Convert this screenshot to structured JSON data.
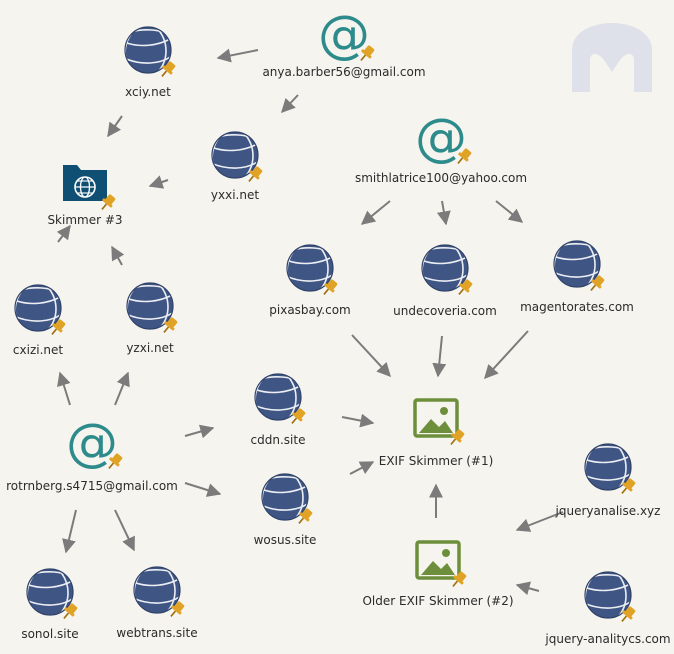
{
  "colors": {
    "background": "#f6f4ee",
    "globe": "#3f5685",
    "email_at": "#2e8b8b",
    "image_node": "#6d8f3c",
    "folder": "#0f4f73",
    "pin": "#e0a326",
    "edge": "#7b7b7b",
    "logo": "#dfe1ea"
  },
  "logo": {
    "icon": "malwarebytes-logo-icon"
  },
  "nodes": [
    {
      "id": "xciy",
      "icon": "globe-icon",
      "label": "xciy.net"
    },
    {
      "id": "anya",
      "icon": "at-icon",
      "label": "anya.barber56@gmail.com"
    },
    {
      "id": "yxxi",
      "icon": "globe-icon",
      "label": "yxxi.net"
    },
    {
      "id": "skimmer3",
      "icon": "folder-globe-icon",
      "label": "Skimmer #3"
    },
    {
      "id": "smithlatrice",
      "icon": "at-icon",
      "label": "smithlatrice100@yahoo.com"
    },
    {
      "id": "pixasbay",
      "icon": "globe-icon",
      "label": "pixasbay.com"
    },
    {
      "id": "undecoveria",
      "icon": "globe-icon",
      "label": "undecoveria.com"
    },
    {
      "id": "magentorates",
      "icon": "globe-icon",
      "label": "magentorates.com"
    },
    {
      "id": "cxizi",
      "icon": "globe-icon",
      "label": "cxizi.net"
    },
    {
      "id": "yzxi",
      "icon": "globe-icon",
      "label": "yzxi.net"
    },
    {
      "id": "rotrnberg",
      "icon": "at-icon",
      "label": "rotrnberg.s4715@gmail.com"
    },
    {
      "id": "cddn",
      "icon": "globe-icon",
      "label": "cddn.site"
    },
    {
      "id": "wosus",
      "icon": "globe-icon",
      "label": "wosus.site"
    },
    {
      "id": "exif1",
      "icon": "image-icon",
      "label": "EXIF Skimmer (#1)"
    },
    {
      "id": "jqueryanalise",
      "icon": "globe-icon",
      "label": "jqueryanalise.xyz"
    },
    {
      "id": "exif2",
      "icon": "image-icon",
      "label": "Older EXIF Skimmer (#2)"
    },
    {
      "id": "sonol",
      "icon": "globe-icon",
      "label": "sonol.site"
    },
    {
      "id": "webtrans",
      "icon": "globe-icon",
      "label": "webtrans.site"
    },
    {
      "id": "jqueryanalitycs",
      "icon": "globe-icon",
      "label": "jquery-analitycs.com"
    }
  ],
  "edges": [
    {
      "from": "anya",
      "to": "xciy"
    },
    {
      "from": "anya",
      "to": "yxxi"
    },
    {
      "from": "xciy",
      "to": "skimmer3"
    },
    {
      "from": "yxxi",
      "to": "skimmer3"
    },
    {
      "from": "cxizi",
      "to": "skimmer3"
    },
    {
      "from": "yzxi",
      "to": "skimmer3"
    },
    {
      "from": "smithlatrice",
      "to": "pixasbay"
    },
    {
      "from": "smithlatrice",
      "to": "undecoveria"
    },
    {
      "from": "smithlatrice",
      "to": "magentorates"
    },
    {
      "from": "pixasbay",
      "to": "exif1"
    },
    {
      "from": "undecoveria",
      "to": "exif1"
    },
    {
      "from": "magentorates",
      "to": "exif1"
    },
    {
      "from": "rotrnberg",
      "to": "cxizi"
    },
    {
      "from": "rotrnberg",
      "to": "yzxi"
    },
    {
      "from": "rotrnberg",
      "to": "cddn"
    },
    {
      "from": "rotrnberg",
      "to": "wosus"
    },
    {
      "from": "rotrnberg",
      "to": "sonol"
    },
    {
      "from": "rotrnberg",
      "to": "webtrans"
    },
    {
      "from": "cddn",
      "to": "exif1"
    },
    {
      "from": "wosus",
      "to": "exif1"
    },
    {
      "from": "exif2",
      "to": "exif1"
    },
    {
      "from": "jqueryanalise",
      "to": "exif2"
    },
    {
      "from": "jqueryanalitycs",
      "to": "exif2"
    }
  ]
}
